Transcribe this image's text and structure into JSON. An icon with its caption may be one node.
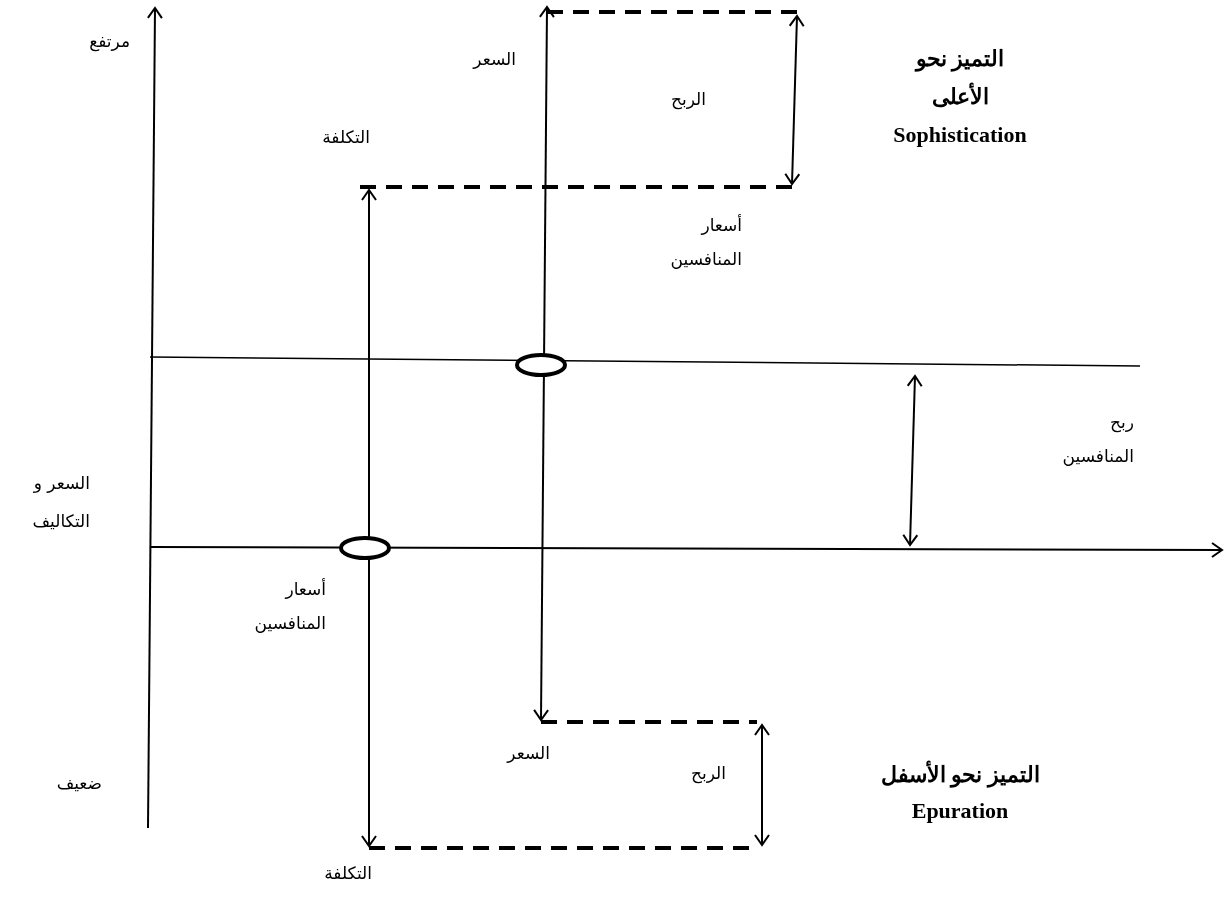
{
  "diagram": {
    "labels": [
      "مرتفع",
      "السعر",
      "التكلفة",
      "الربح",
      "التميز نحو الأعلى",
      "Sophistication",
      "أسعار المنافسين",
      "ربح المنافسين",
      "السعر و التكاليف",
      "أسعار المنافسين",
      "السعر",
      "الربح",
      "التميز نحو الأسفل",
      "Epuration",
      "ضعيف",
      "التكلفة"
    ]
  }
}
